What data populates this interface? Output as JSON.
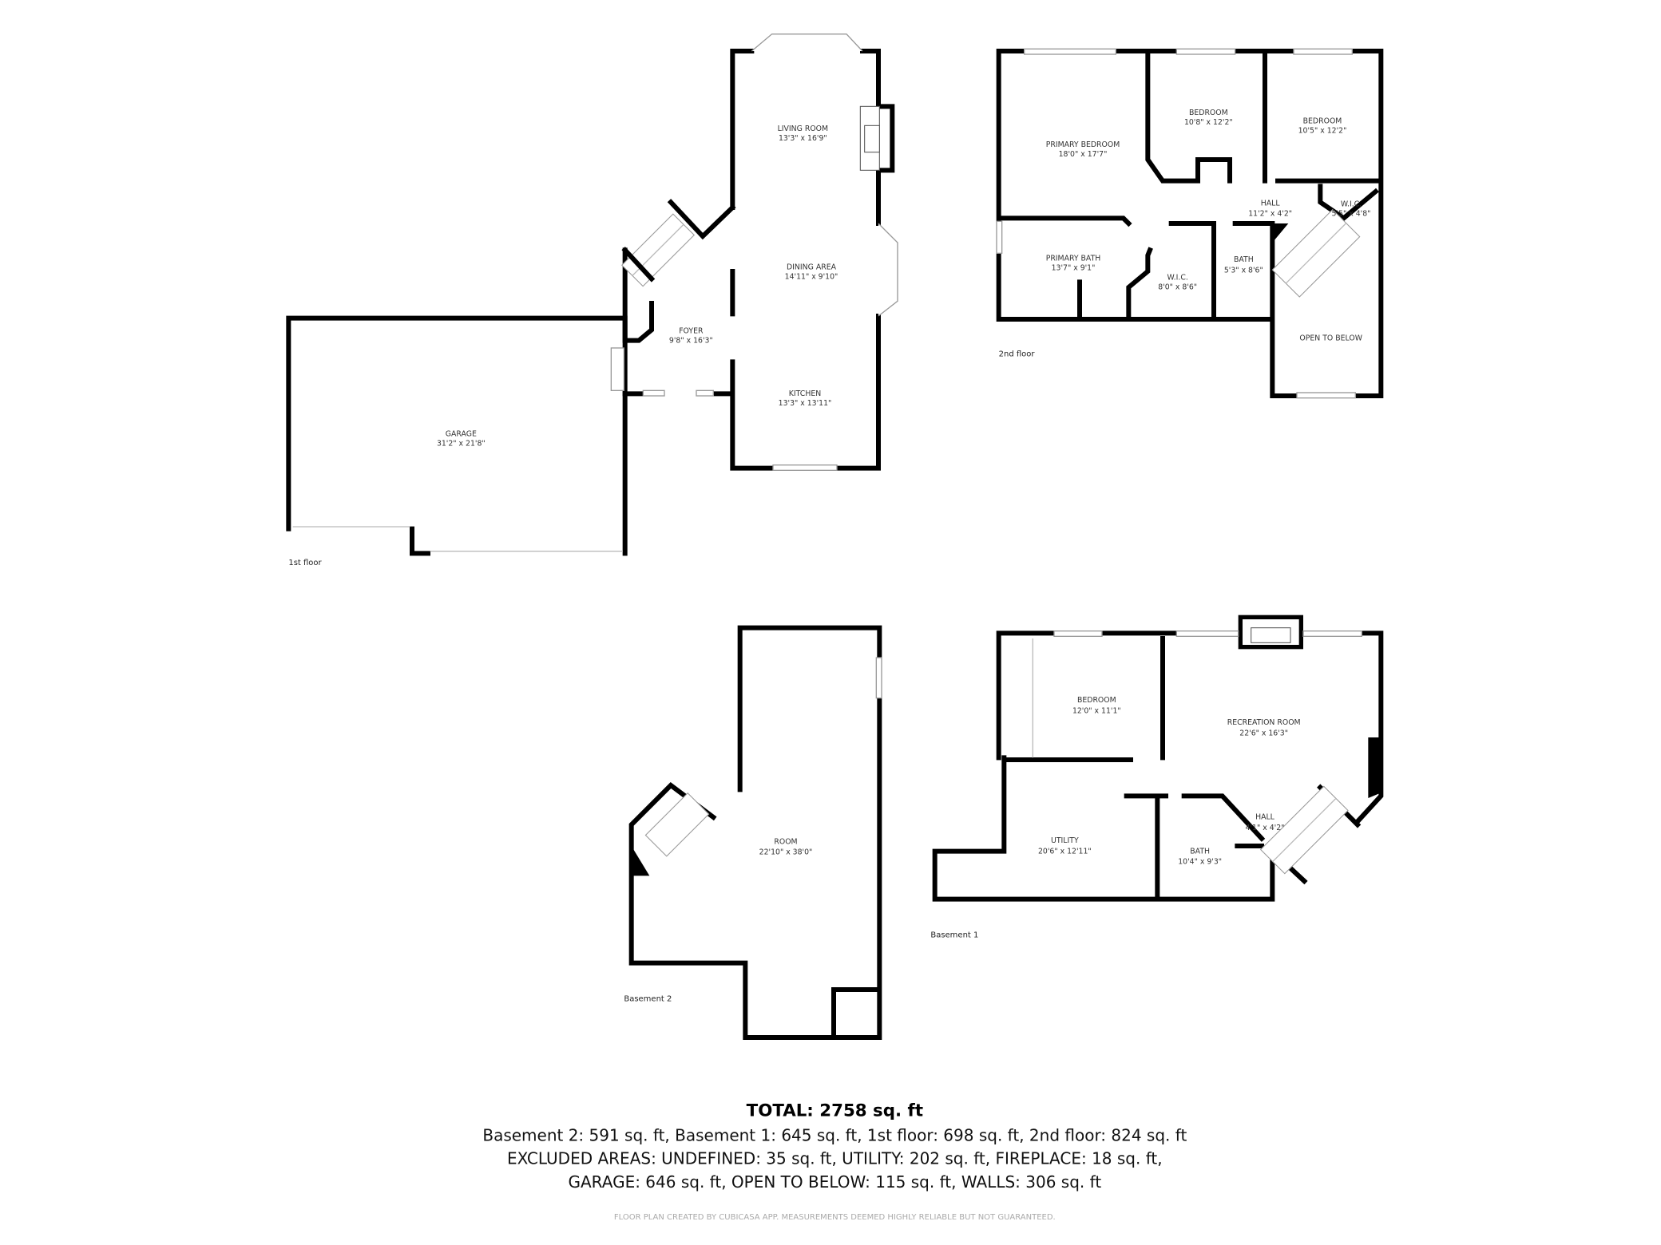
{
  "floors": {
    "first": {
      "label": "1st floor",
      "rooms": [
        {
          "name": "LIVING ROOM",
          "dims": "13'3\" x 16'9\""
        },
        {
          "name": "DINING AREA",
          "dims": "14'11\" x 9'10\""
        },
        {
          "name": "FOYER",
          "dims": "9'8\" x 16'3\""
        },
        {
          "name": "KITCHEN",
          "dims": "13'3\" x 13'11\""
        },
        {
          "name": "GARAGE",
          "dims": "31'2\" x 21'8\""
        }
      ]
    },
    "second": {
      "label": "2nd floor",
      "rooms": [
        {
          "name": "PRIMARY BEDROOM",
          "dims": "18'0\" x 17'7\""
        },
        {
          "name": "BEDROOM",
          "dims": "10'8\" x 12'2\""
        },
        {
          "name": "BEDROOM",
          "dims": "10'5\" x 12'2\""
        },
        {
          "name": "HALL",
          "dims": "11'2\" x 4'2\""
        },
        {
          "name": "W.I.C.",
          "dims": "5'5\" x 4'8\""
        },
        {
          "name": "PRIMARY BATH",
          "dims": "13'7\" x 9'1\""
        },
        {
          "name": "W.I.C.",
          "dims": "8'0\" x 8'6\""
        },
        {
          "name": "BATH",
          "dims": "5'3\" x 8'6\""
        },
        {
          "name": "OPEN TO BELOW",
          "dims": ""
        }
      ]
    },
    "basement2": {
      "label": "Basement 2",
      "rooms": [
        {
          "name": "ROOM",
          "dims": "22'10\" x 38'0\""
        }
      ]
    },
    "basement1": {
      "label": "Basement 1",
      "rooms": [
        {
          "name": "BEDROOM",
          "dims": "12'0\" x 11'1\""
        },
        {
          "name": "RECREATION ROOM",
          "dims": "22'6\" x 16'3\""
        },
        {
          "name": "HALL",
          "dims": "4'1\" x 4'2\""
        },
        {
          "name": "UTILITY",
          "dims": "20'6\" x 12'11\""
        },
        {
          "name": "BATH",
          "dims": "10'4\" x 9'3\""
        }
      ]
    }
  },
  "summary": {
    "total": "TOTAL: 2758 sq. ft",
    "line1": "Basement 2: 591 sq. ft, Basement 1: 645 sq. ft, 1st floor: 698 sq. ft, 2nd floor: 824 sq. ft",
    "line2": "EXCLUDED AREAS: UNDEFINED: 35 sq. ft, UTILITY: 202 sq. ft, FIREPLACE: 18 sq. ft,",
    "line3": "GARAGE: 646 sq. ft, OPEN TO BELOW: 115 sq. ft, WALLS: 306 sq. ft",
    "footer": "FLOOR PLAN CREATED BY CUBICASA APP. MEASUREMENTS DEEMED HIGHLY RELIABLE BUT NOT GUARANTEED."
  }
}
